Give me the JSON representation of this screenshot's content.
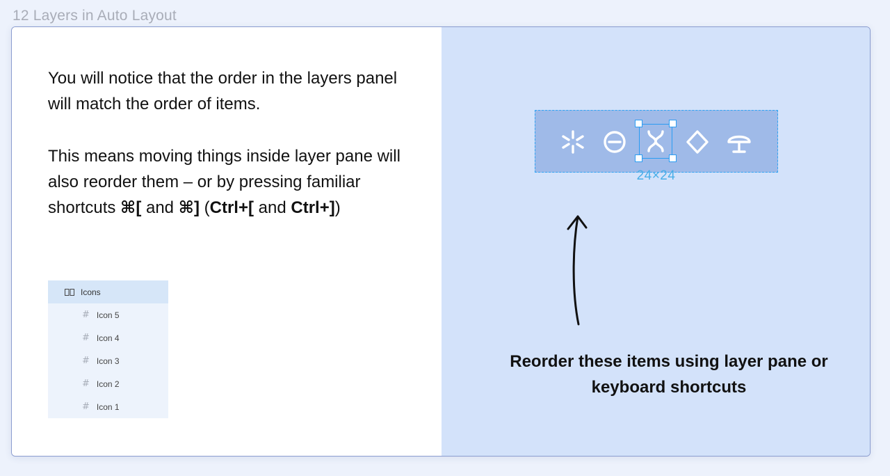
{
  "frame_title": "12 Layers in Auto Layout",
  "left": {
    "para1": "You will notice that the order in the layers panel will match the order of items.",
    "para2": {
      "text1": "This means moving things inside layer pane will also reorder them – or by pressing familiar shortcuts ",
      "key1": "⌘[",
      "and1": " and ",
      "key2": "⌘]",
      "open": " (",
      "key3": "Ctrl+[",
      "and2": " and ",
      "key4": "Ctrl+]",
      "close": ")"
    },
    "layers_panel": {
      "parent": {
        "label": "Icons",
        "icon": "frame-columns-icon"
      },
      "children": [
        "Icon 5",
        "Icon 4",
        "Icon 3",
        "Icon 2",
        "Icon 1"
      ],
      "child_icon": "#"
    }
  },
  "right": {
    "icons": [
      "asterisk-icon",
      "minus-circle-icon",
      "split-icon",
      "diamond-icon",
      "mushroom-icon"
    ],
    "selected_index": 2,
    "selection_size": "24×24",
    "caption": "Reorder these items using layer pane or keyboard shortcuts",
    "colors": {
      "background": "#d3e2fa",
      "toolbar": "#9fbae8",
      "selection": "#2a9cf3"
    }
  }
}
